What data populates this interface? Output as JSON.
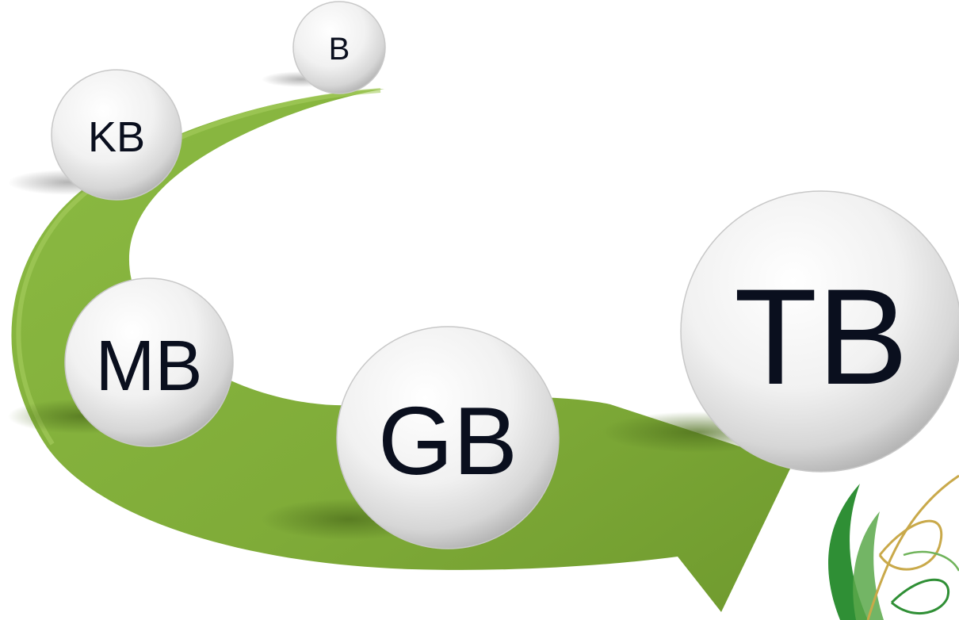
{
  "diagram": {
    "nodes": [
      {
        "id": "b",
        "label": "B"
      },
      {
        "id": "kb",
        "label": "KB"
      },
      {
        "id": "mb",
        "label": "MB"
      },
      {
        "id": "gb",
        "label": "GB"
      },
      {
        "id": "tb",
        "label": "TB"
      }
    ],
    "colors": {
      "arrow": "#82ad3c",
      "arrow_light": "#9cc452",
      "arrow_dark": "#5f8a26",
      "ball_highlight": "#ffffff",
      "ball_shade": "#bcbcbc",
      "label_text": "#0a0f1e",
      "decoration_green": "#2f8f35",
      "decoration_gold": "#c9a94a"
    },
    "decoration_icon": "leaf-swirl-logo"
  }
}
